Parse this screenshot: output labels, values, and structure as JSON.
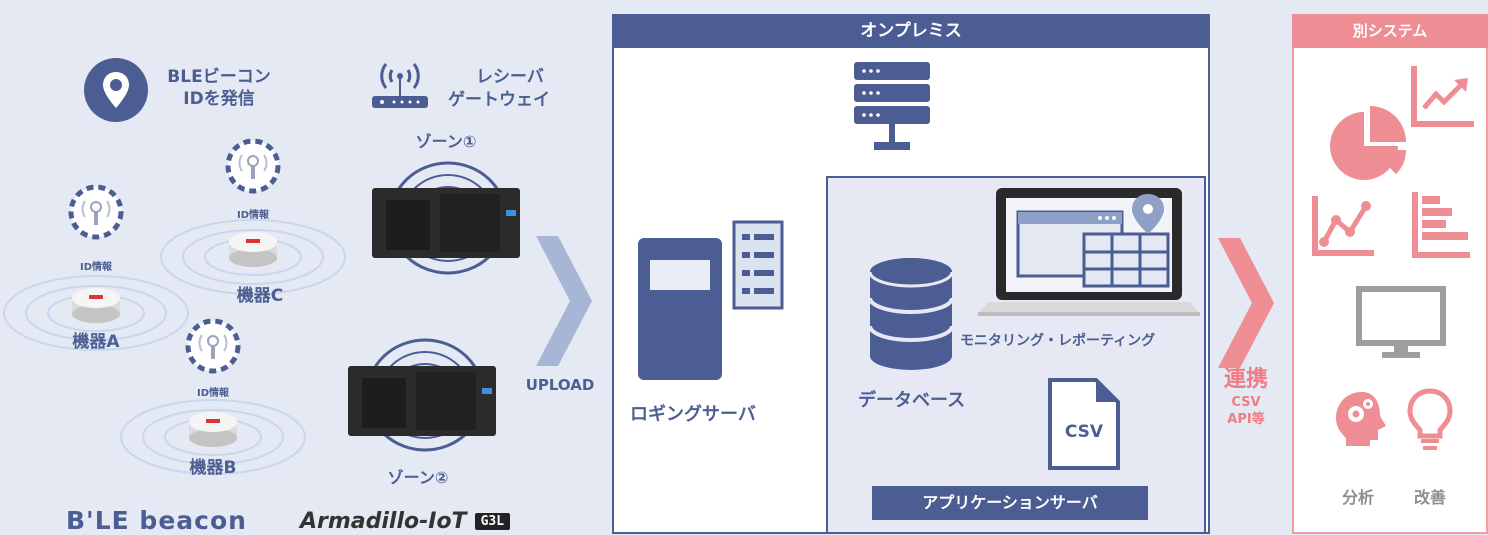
{
  "left": {
    "ble_caption_1": "BLEビーコン",
    "ble_caption_2": "IDを発信",
    "receiver_caption_1": "レシーバ",
    "receiver_caption_2": "ゲートウェイ",
    "zone1": "ゾーン①",
    "zone2": "ゾーン②",
    "id_info": "ID情報",
    "device_a": "機器A",
    "device_b": "機器B",
    "device_c": "機器C",
    "ble_logo": "B'LE beacon",
    "armadillo_logo": "Armadillo-IoT",
    "armadillo_badge": "G3L",
    "upload": "UPLOAD"
  },
  "onprem": {
    "title": "オンプレミス",
    "logging_server": "ロギングサーバ",
    "database": "データベース",
    "monitoring": "モニタリング・レポーティング",
    "csv": "CSV",
    "app_server": "アプリケーションサーバ"
  },
  "link": {
    "label": "連携",
    "sub1": "CSV",
    "sub2": "API等"
  },
  "other": {
    "title": "別システム",
    "analysis": "分析",
    "improve": "改善"
  },
  "colors": {
    "navy": "#4b5d92",
    "pink": "#ef8d94",
    "background": "#e5e9f3"
  },
  "icons": [
    "location-pin-icon",
    "wifi-router-icon",
    "beacon-icon",
    "server-rack-icon",
    "logging-server-icon",
    "database-icon",
    "laptop-map-icon",
    "csv-file-icon",
    "pie-chart-icon",
    "trend-chart-icon",
    "line-chart-icon",
    "bar-chart-icon",
    "monitor-icon",
    "brain-gear-icon",
    "lightbulb-icon",
    "chevron-right-icon"
  ]
}
